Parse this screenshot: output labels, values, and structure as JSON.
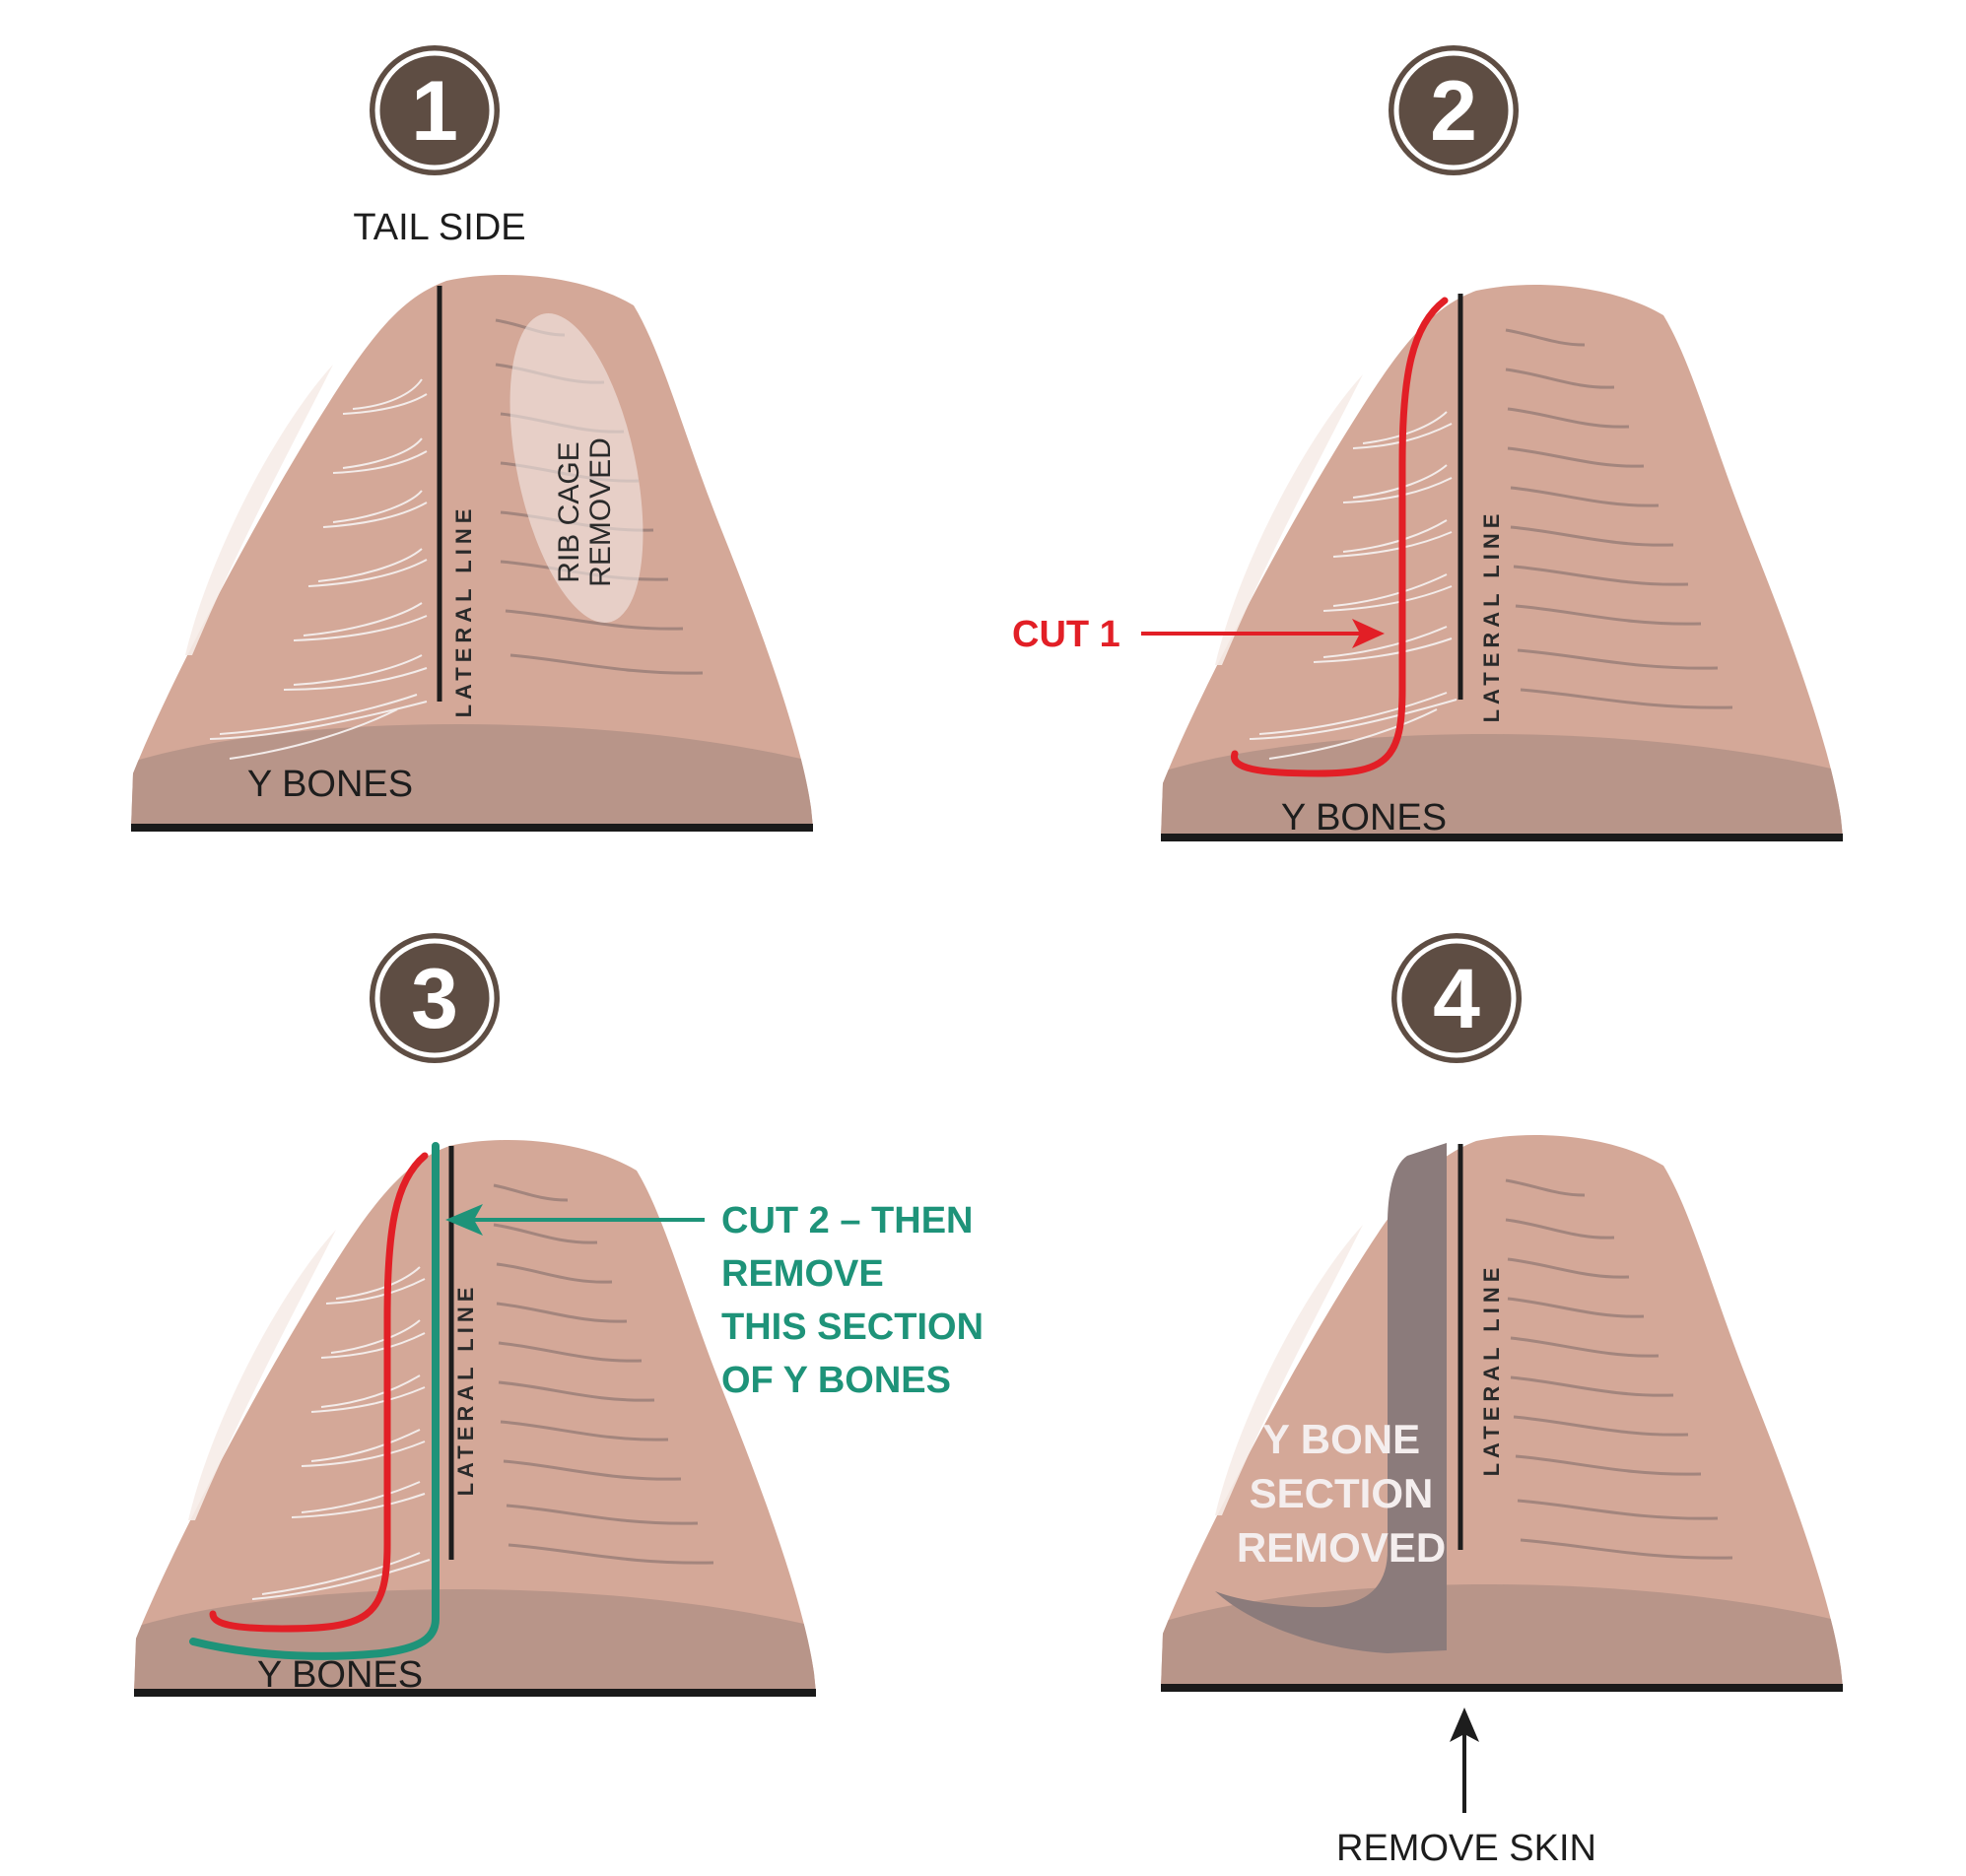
{
  "steps": [
    {
      "number": "1"
    },
    {
      "number": "2"
    },
    {
      "number": "3"
    },
    {
      "number": "4"
    }
  ],
  "labels": {
    "tail_side": "TAIL SIDE",
    "lateral_line": "LATERAL LINE",
    "rib_cage_line1": "RIB CAGE",
    "rib_cage_line2": "REMOVED",
    "y_bones": "Y BONES",
    "cut1": "CUT 1",
    "cut2_line1": "CUT 2 – THEN",
    "cut2_line2": "REMOVE",
    "cut2_line3": "THIS SECTION",
    "cut2_line4": "OF Y BONES",
    "removed_line1": "Y BONE",
    "removed_line2": "SECTION",
    "removed_line3": "REMOVED",
    "remove_skin": "REMOVE SKIN"
  },
  "colors": {
    "flesh": "#d4a898",
    "bottom_band": "#b89589",
    "skin": "#1a1a1a",
    "badge": "#5e4d43",
    "cut1": "#e21f26",
    "cut2": "#1e9379",
    "removed_section": "#8b7b7b"
  }
}
